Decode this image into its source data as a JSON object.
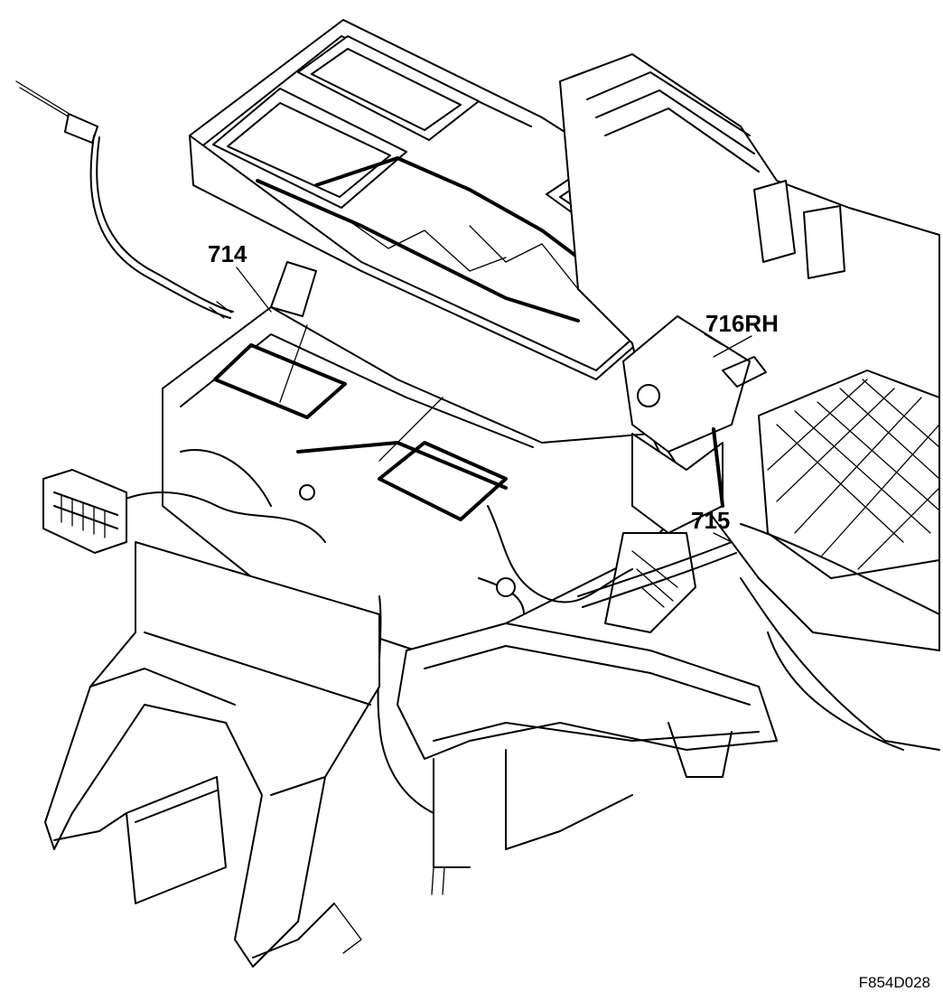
{
  "figure": {
    "callouts": [
      {
        "id": "714",
        "text": "714"
      },
      {
        "id": "716",
        "text": "716RH"
      },
      {
        "id": "715",
        "text": "715"
      }
    ],
    "figure_id": "F854D028"
  },
  "colors": {
    "ink": "#000000",
    "paper": "#ffffff"
  }
}
